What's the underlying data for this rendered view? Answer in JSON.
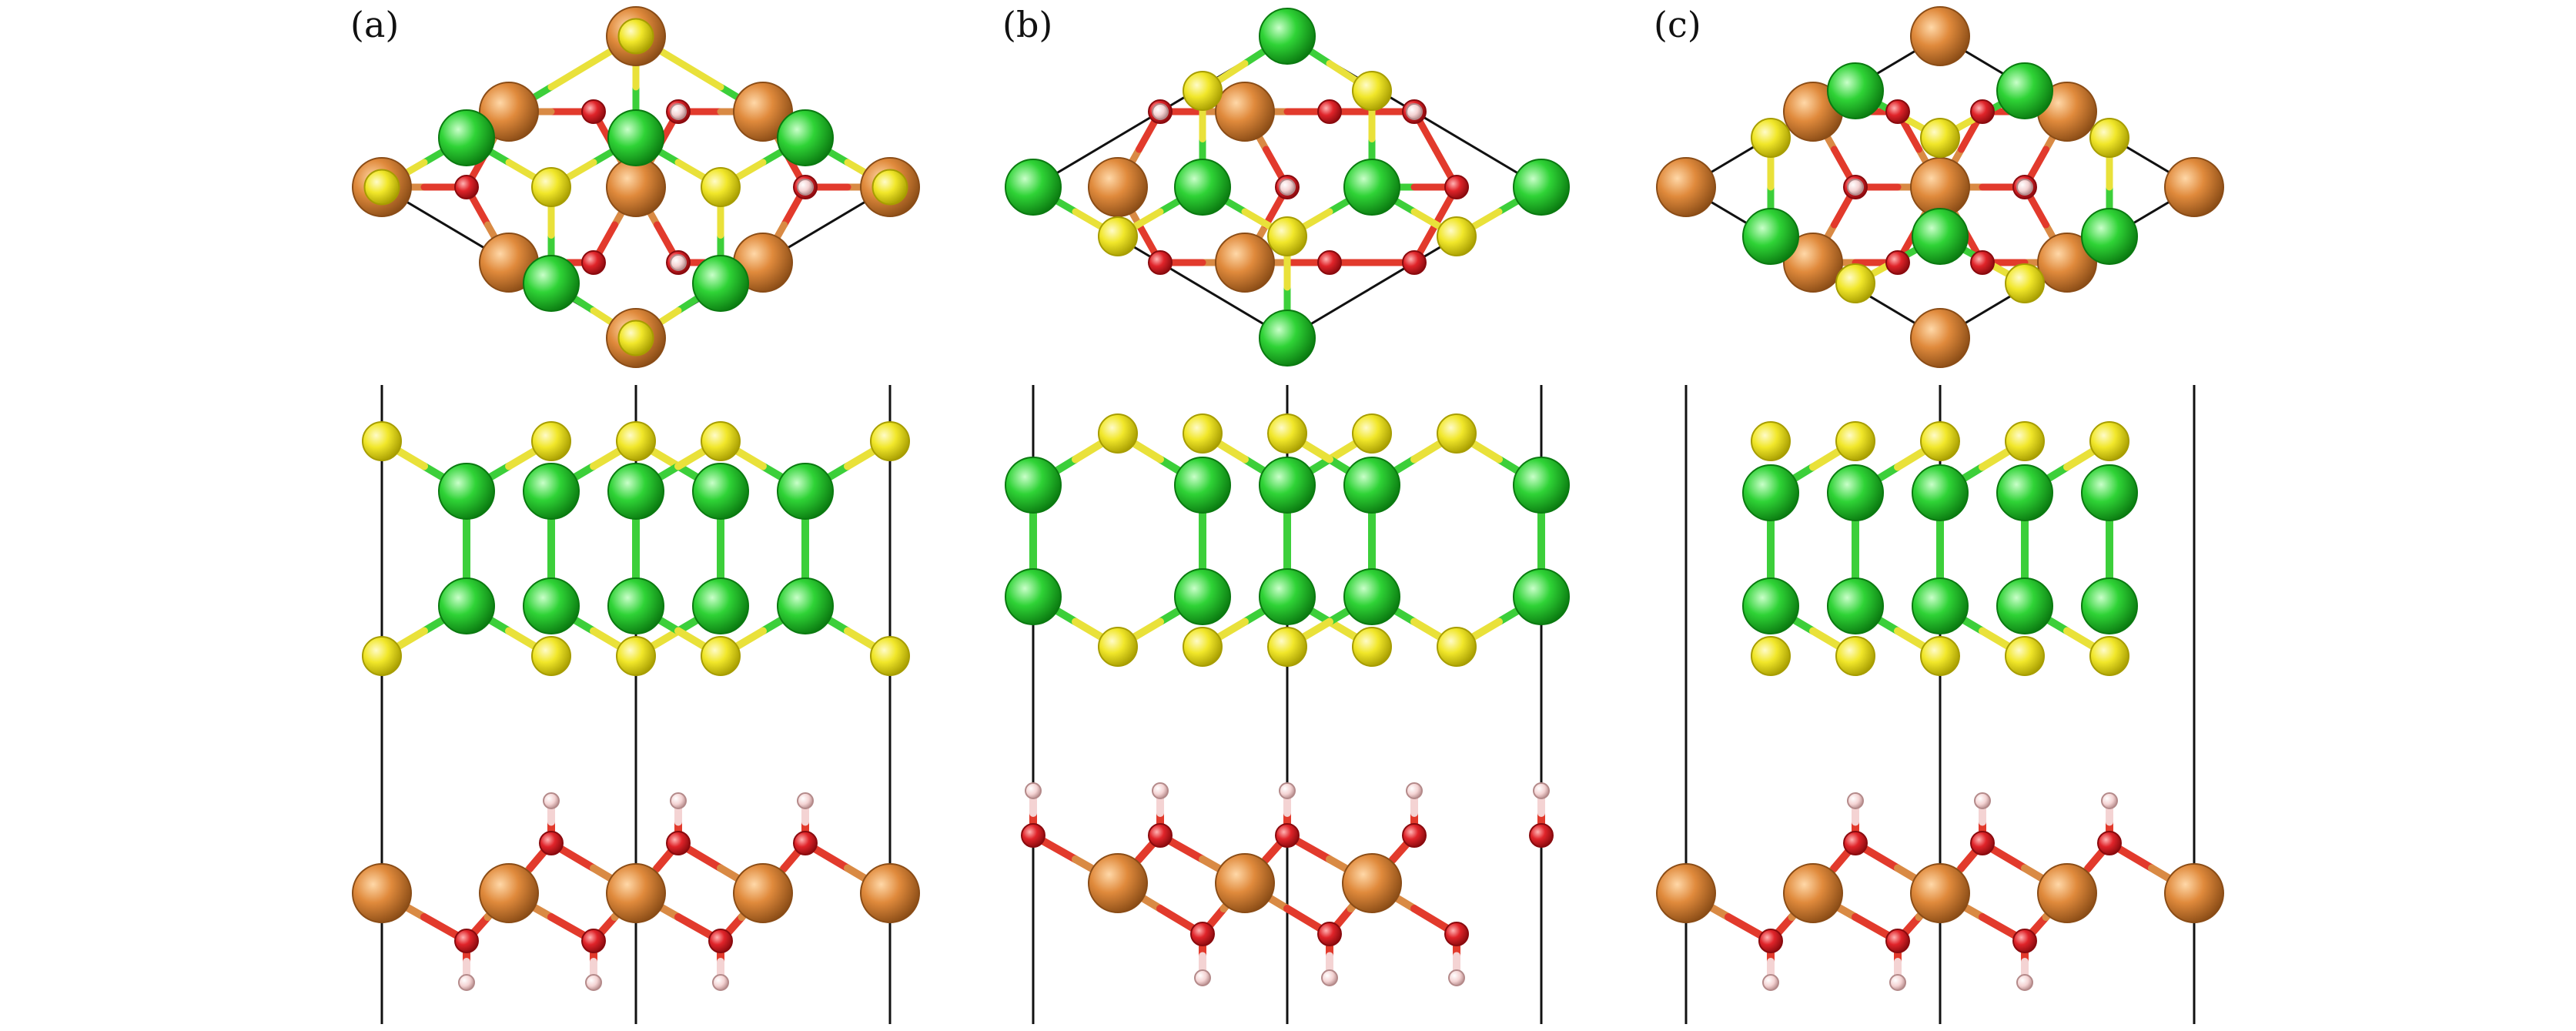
{
  "panels": [
    {
      "label": "(a)"
    },
    {
      "label": "(b)"
    },
    {
      "label": "(c)"
    }
  ],
  "colors": {
    "cu": "#e08a3c",
    "cu_dark": "#8a4c16",
    "s": "#f1e72a",
    "s_dark": "#a79d00",
    "ga": "#2fd336",
    "ga_dark": "#0a7a10",
    "o": "#e0242a",
    "o_dark": "#8a0a0e",
    "h": "#f4d3d3",
    "h_dark": "#b48a8a",
    "bond_cu": "#d98a44",
    "bond_o": "#e23a2c",
    "bond_ga": "#3ccf3a",
    "bond_s": "#e9e13a",
    "cell": "#111111"
  },
  "atoms": [
    "copper-atom",
    "gallium-atom",
    "sulfur-atom",
    "oxygen-atom",
    "hydrogen-atom"
  ]
}
